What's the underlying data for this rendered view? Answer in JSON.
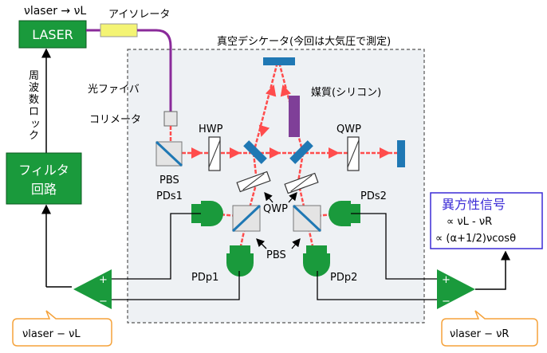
{
  "labels": {
    "top_formula": "νlaser → νL",
    "laser": "LASER",
    "isolator": "アイソレータ",
    "chamber": "真空デシケータ(今回は大気圧で測定)",
    "fiber": "光ファイバ",
    "collimator": "コリメータ",
    "medium": "媒質(シリコン)",
    "freq_lock": [
      "周",
      "波",
      "数",
      "ロ",
      "ッ",
      "ク"
    ],
    "filter_line1": "フィルタ",
    "filter_line2": "回路",
    "hwp": "HWP",
    "qwp_right": "QWP",
    "qwp_center": "QWP",
    "pbs_main": "PBS",
    "pbs_lower": "PBS",
    "pds1": "PDs1",
    "pds2": "PDs2",
    "pdp1": "PDp1",
    "pdp2": "PDp2",
    "anisotropy_title": "異方性信号",
    "anisotropy_line1": "∝ νL - νR",
    "anisotropy_line2": "∝ (α+1/2)νcosθ",
    "plus": "+",
    "minus": "−",
    "left_out": "νlaser − νL",
    "right_out": "νlaser − νR"
  },
  "colors": {
    "green": "#1a9a3c",
    "beam": "#ff4c4c",
    "fiber": "#8a2a9a",
    "mirror": "#1f78b4",
    "medium": "#7f3f98",
    "isolator": "#f4f474",
    "title_blue": "#3b2bd6",
    "orange": "#f5a23a"
  }
}
